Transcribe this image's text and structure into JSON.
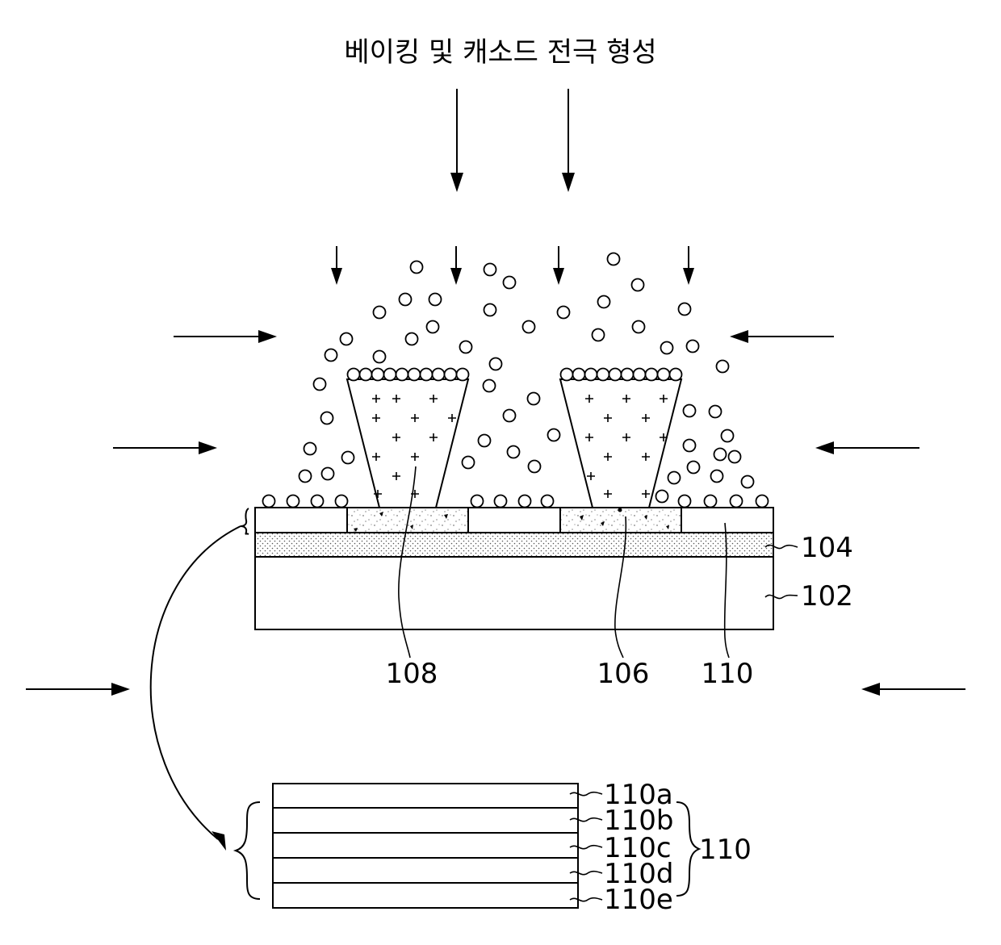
{
  "title": "베이킹 및 캐소드 전극 형성",
  "labels": {
    "substrate": "102",
    "layer": "104",
    "cathode": "106",
    "separator": "108",
    "organic_stack": "110",
    "stack_a": "110a",
    "stack_b": "110b",
    "stack_c": "110c",
    "stack_d": "110d",
    "stack_e": "110e"
  }
}
